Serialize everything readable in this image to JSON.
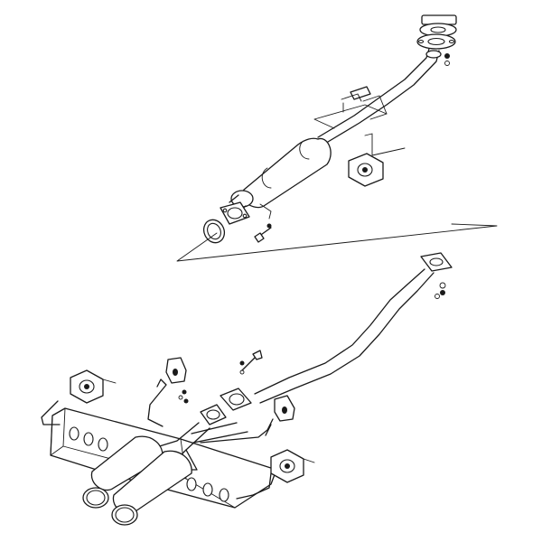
{
  "diagram": {
    "type": "exploded-parts-illustration",
    "background_color": "#ffffff",
    "line_color": "#1a1a1a",
    "parts": [
      "front-pipe",
      "front-flange",
      "front-gasket-stack",
      "center-resonator",
      "resonator-flange",
      "rubber-hanger-upper",
      "flange-gasket-ring",
      "flange-bolt",
      "mid-pipe",
      "mid-flange",
      "rear-muffler-assembly",
      "dual-tailpipe-tips",
      "rubber-hanger-left",
      "rubber-hanger-center",
      "rubber-hanger-right",
      "rubber-hanger-lower-right"
    ]
  }
}
